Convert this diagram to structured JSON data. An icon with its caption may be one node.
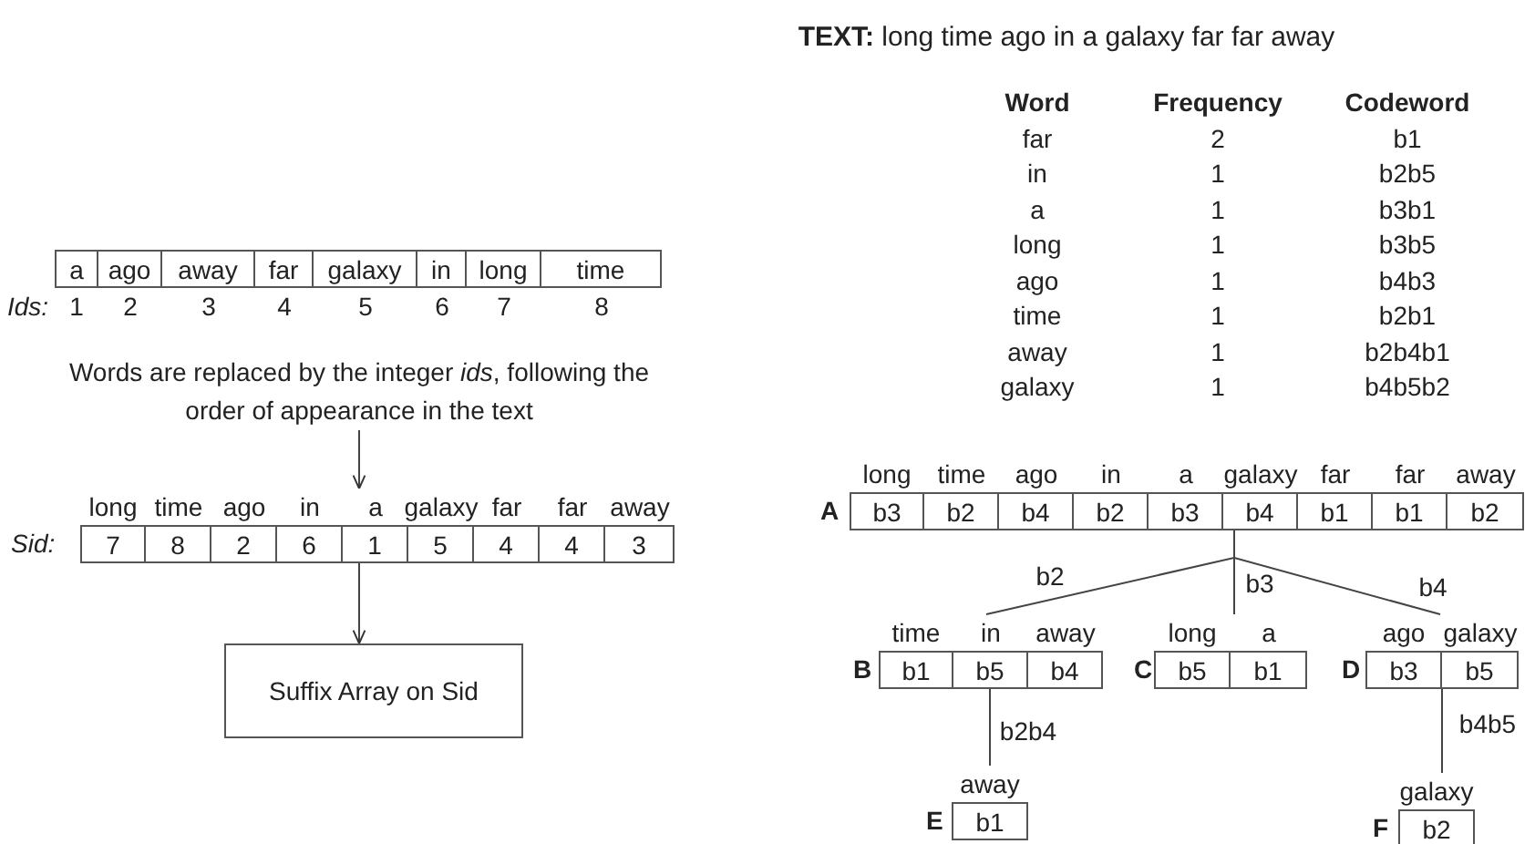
{
  "diagram": {
    "title": "**TEXT:** long time ago in a galaxy far far away",
    "nodes": [
      {
        "text": [
          "a",
          "ago",
          "away",
          "far",
          "galaxy",
          "in",
          "long",
          "time"
        ],
        "beside": [
          "Ids:",
          "1",
          "2",
          "3",
          "4",
          "5",
          "6",
          "7",
          "8"
        ]
      },
      {
        "text": [
          "Words are replaced by the integer *ids*, following the order of appearance in the text"
        ]
      },
      {
        "text": [
          "7",
          "8",
          "2",
          "6",
          "1",
          "5",
          "4",
          "4",
          "3"
        ],
        "beside": [
          "Sid:",
          "long",
          "time",
          "ago",
          "in",
          "a",
          "galaxy",
          "far",
          "far",
          "away"
        ]
      },
      {
        "text": [
          "Suffix Array on Sid"
        ]
      },
      {
        "text": [
          "b3",
          "b2",
          "b4",
          "b2",
          "b3",
          "b4",
          "b1",
          "b1",
          "b2"
        ],
        "beside": [
          "A",
          "long",
          "time",
          "ago",
          "in",
          "a",
          "galaxy",
          "far",
          "far",
          "away"
        ]
      },
      {
        "text": [
          "b1",
          "b5",
          "b4"
        ],
        "beside": [
          "B",
          "time",
          "in",
          "away"
        ]
      },
      {
        "text": [
          "b5",
          "b1"
        ],
        "beside": [
          "C",
          "long",
          "a"
        ]
      },
      {
        "text": [
          "b3",
          "b5"
        ],
        "beside": [
          "D",
          "ago",
          "galaxy"
        ]
      },
      {
        "text": [
          "b1"
        ],
        "beside": [
          "E",
          "away"
        ]
      },
      {
        "text": [
          "b2"
        ],
        "beside": [
          "F",
          "galaxy"
        ]
      }
    ],
    "edges": [
      {
        "from": 1,
        "to": 2,
        "arrow": "to"
      },
      {
        "from": 2,
        "to": 3,
        "arrow": "to"
      },
      {
        "from": 4,
        "to": 5,
        "arrow": "none",
        "label": "b2"
      },
      {
        "from": 4,
        "to": 6,
        "arrow": "none",
        "label": "b3"
      },
      {
        "from": 4,
        "to": 7,
        "arrow": "none",
        "label": "b4"
      },
      {
        "from": 5,
        "to": 8,
        "arrow": "none",
        "label": "b2b4"
      },
      {
        "from": 7,
        "to": 9,
        "arrow": "none",
        "label": "b4b5"
      }
    ],
    "labels": [
      "Word",
      "Frequency",
      "Codeword",
      "far",
      "2",
      "b1",
      "in",
      "1",
      "b2b5",
      "a",
      "1",
      "b3b1",
      "long",
      "1",
      "b3b5",
      "ago",
      "1",
      "b4b3",
      "time",
      "1",
      "b2b1",
      "away",
      "1",
      "b2b4b1",
      "galaxy",
      "1",
      "b4b5b2"
    ]
  }
}
